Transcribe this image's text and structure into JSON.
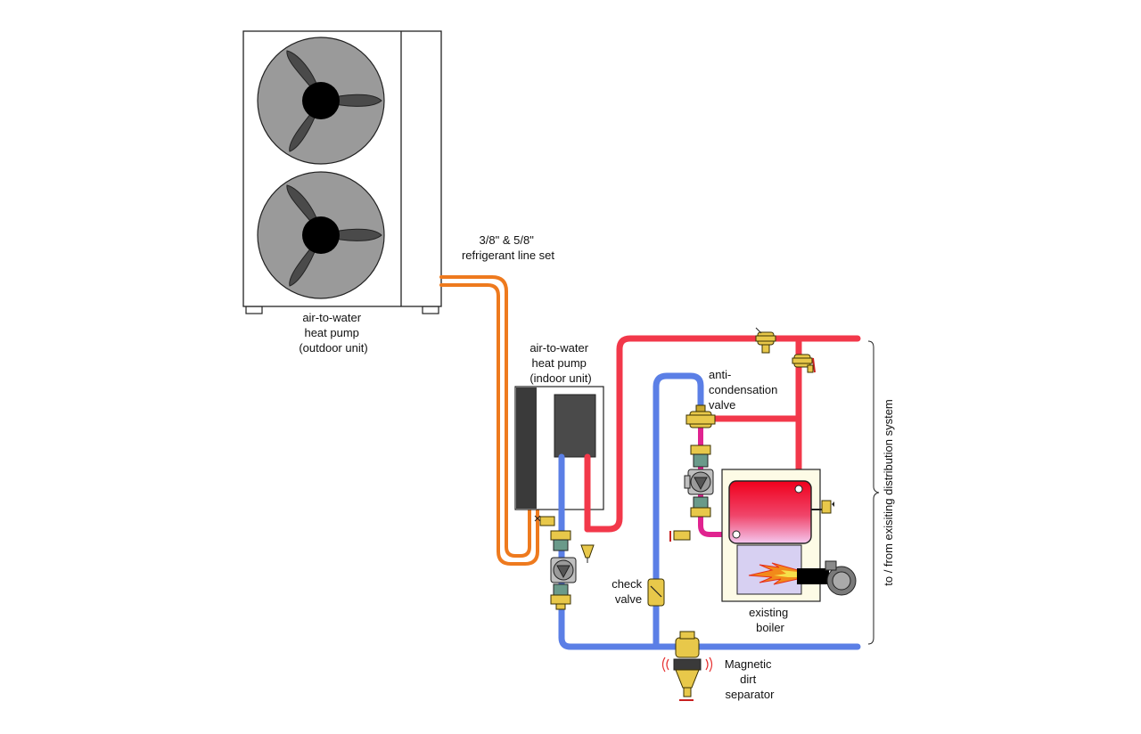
{
  "labels": {
    "line_set": [
      "3/8\" & 5/8\"",
      "refrigerant line set"
    ],
    "outdoor_unit": [
      "air-to-water",
      "heat pump",
      "(outdoor unit)"
    ],
    "indoor_unit": [
      "air-to-water",
      "heat pump",
      "(indoor unit)"
    ],
    "anti_condensation_valve": [
      "anti-",
      "condensation",
      "valve"
    ],
    "check_valve": [
      "check",
      "valve"
    ],
    "existing_boiler": [
      "existing",
      "boiler"
    ],
    "dirt_separator": [
      "Magnetic",
      "dirt",
      "separator"
    ],
    "distribution": "to / from exisiting distribution system"
  },
  "colors": {
    "supply": "#f2384a",
    "return": "#5b7fe6",
    "refrigerant": "#ee7a1e",
    "mixed": "#e0238f",
    "brass": "#e8c84a",
    "fan_housing": "#9a9a9a"
  }
}
